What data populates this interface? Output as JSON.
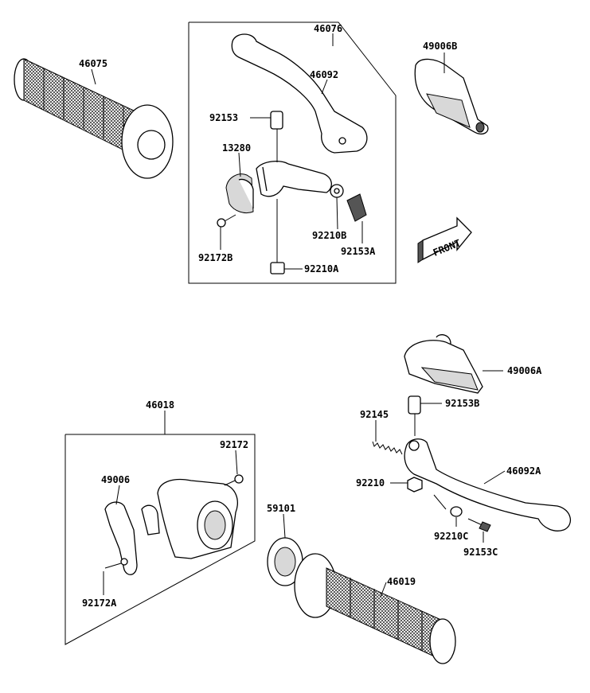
{
  "labels": {
    "p46076": "46076",
    "p46092": "46092",
    "p49006B": "49006B",
    "p46075": "46075",
    "p92153": "92153",
    "p13280": "13280",
    "p92210B": "92210B",
    "p92153A": "92153A",
    "p92172B": "92172B",
    "p92210A": "92210A",
    "front": "FRONT",
    "p49006A": "49006A",
    "p92153B": "92153B",
    "p92145": "92145",
    "p46092A": "46092A",
    "p92210": "92210",
    "p92210C": "92210C",
    "p92153C": "92153C",
    "p46018": "46018",
    "p92172": "92172",
    "p49006": "49006",
    "p59101": "59101",
    "p46019": "46019",
    "p92172A": "92172A"
  }
}
